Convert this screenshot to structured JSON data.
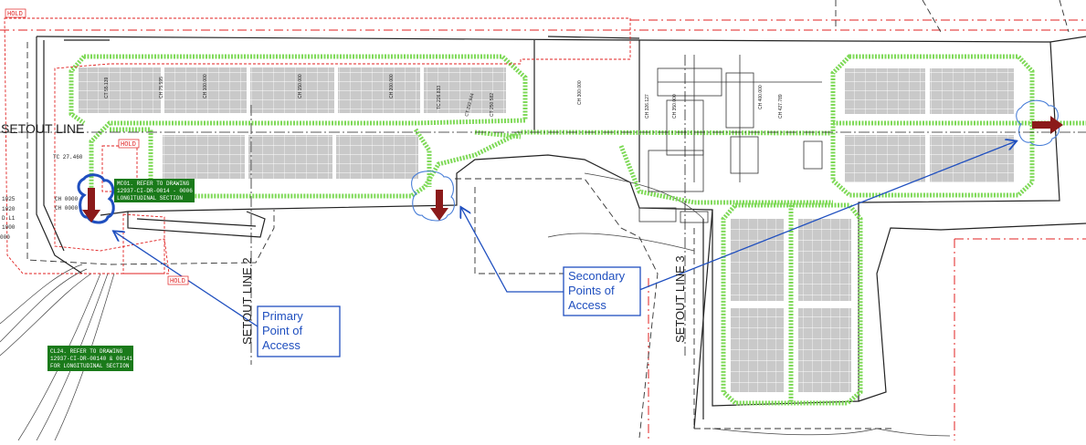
{
  "labels": {
    "setout_line_1": "SETOUT LINE",
    "setout_line_2": "SETOUT LINE 2",
    "setout_line_3": "SETOUT LINE 3",
    "hold": "HOLD",
    "hold_2": "HOLD",
    "hold_3": "HOLD",
    "primary_access": [
      "Primary",
      "Point of",
      "Access"
    ],
    "secondary_access": [
      "Secondary",
      "Points of",
      "Access"
    ],
    "note_mc01": [
      "MC01. REFER TO DRAWING",
      "12937-CI-DR-0014 - 0006",
      "LONGITUDINAL SECTION"
    ],
    "note_cl24": [
      "CL24. REFER TO DRAWING",
      "12937-CI-DR-00140 & 00141",
      "FOR LONGITUDINAL SECTION"
    ],
    "tc_label": "TC 27.460",
    "ch_a": "CH 0000",
    "ch_b": "CH 0000",
    "contours": [
      "1025",
      "1020",
      "D L1",
      "1000",
      "000"
    ],
    "chainages_top": [
      "CT 55.139",
      "CH 75.595",
      "CH 100.000",
      "CH 150.000",
      "CH 200.000",
      "TC 226.833",
      "CT 232.944",
      "CT 250.582",
      "CH 300.000",
      "CH 326.127",
      "CH 350.000",
      "CH 400.000",
      "CH 427.789"
    ]
  },
  "colors": {
    "road": "#7ed957",
    "access_line": "#1f4fbf",
    "arrow": "#8b1a1a",
    "hold_cloud": "#e02020",
    "boundary": "#e02020",
    "pad": "#cfcfcf",
    "linework": "#222222",
    "note_bg": "#1a7a1a"
  }
}
